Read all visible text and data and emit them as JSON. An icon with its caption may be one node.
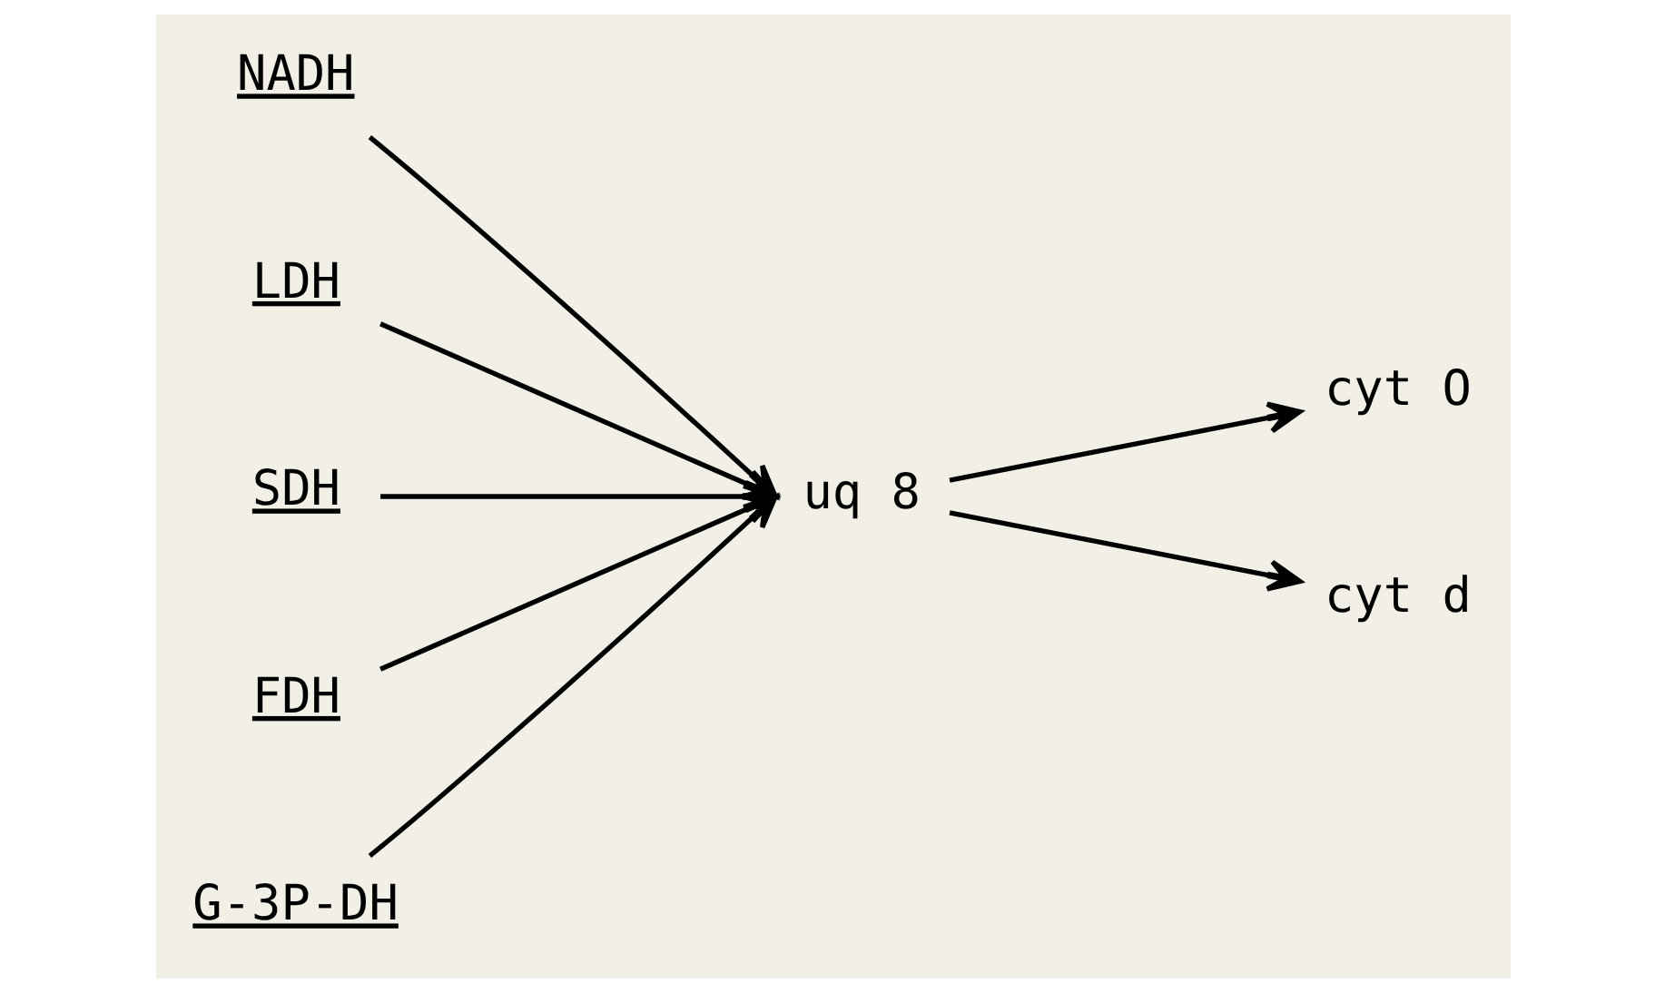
{
  "diagram": {
    "nodes": [
      {
        "text": [
          "NADH"
        ]
      },
      {
        "text": [
          "LDH"
        ]
      },
      {
        "text": [
          "SDH"
        ]
      },
      {
        "text": [
          "FDH"
        ]
      },
      {
        "text": [
          "G-3P-DH"
        ]
      },
      {
        "text": [
          "uq 8"
        ]
      },
      {
        "text": [
          "cyt O"
        ]
      },
      {
        "text": [
          "cyt d"
        ]
      }
    ],
    "edges": [
      {
        "from": 0,
        "to": 5,
        "arrow": "to"
      },
      {
        "from": 1,
        "to": 5,
        "arrow": "to"
      },
      {
        "from": 2,
        "to": 5,
        "arrow": "to"
      },
      {
        "from": 3,
        "to": 5,
        "arrow": "to"
      },
      {
        "from": 4,
        "to": 5,
        "arrow": "to"
      },
      {
        "from": 5,
        "to": 6,
        "arrow": "to"
      },
      {
        "from": 5,
        "to": 7,
        "arrow": "to"
      }
    ]
  }
}
